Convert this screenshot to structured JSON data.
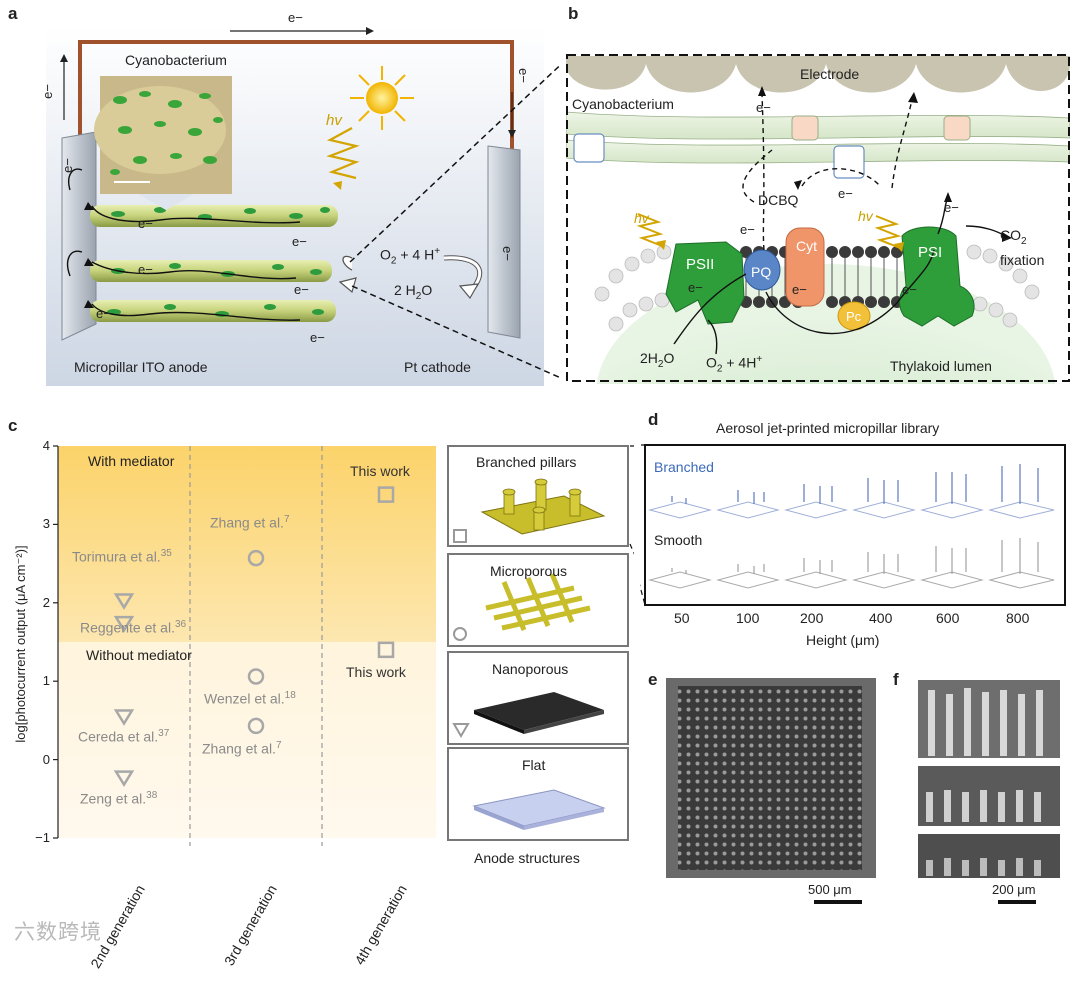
{
  "panel_letters": {
    "a": "a",
    "b": "b",
    "c": "c",
    "d": "d",
    "e": "e",
    "f": "f"
  },
  "panel_a": {
    "electron": "e−",
    "e_sub": "−",
    "cyanobacterium": "Cyanobacterium",
    "hv": "hv",
    "reaction_left": "O",
    "reaction_sub": "2",
    "reaction_right": " + 4 H",
    "reaction_sup": "+",
    "water_left": "2 H",
    "water_sub": "2",
    "water_right": "O",
    "anode_label": "Micropillar ITO anode",
    "cathode_label": "Pt  cathode"
  },
  "panel_b": {
    "electrode": "Electrode",
    "cyanobacterium": "Cyanobacterium",
    "dcbq": "DCBQ",
    "electron": "e−",
    "hv": "hv",
    "psii": "PSII",
    "psi": "PSI",
    "pq": "PQ",
    "cyt": "Cyt",
    "pc": "Pc",
    "co2_line1": "CO",
    "co2_sub": "2",
    "co2_line2": "fixation",
    "water": "2H",
    "water_sub": "2",
    "water_end": "O",
    "oxygen": "O",
    "oxygen_sub": "2",
    "oxygen_end": " + 4H",
    "oxygen_sup": "+",
    "lumen": "Thylakoid lumen"
  },
  "panel_c": {
    "y_axis_label": "log[photocurrent output (μA cm⁻²)]",
    "y_ticks": [
      "4",
      "3",
      "2",
      "1",
      "0",
      "−1"
    ],
    "with_mediator": "With mediator",
    "without_mediator": "Without mediator",
    "categories": [
      "2nd generation",
      "3rd generation",
      "4th generation"
    ],
    "points": [
      {
        "label": "This work",
        "label_sup": "",
        "value": 3.38,
        "category": "4th generation",
        "shape": "square"
      },
      {
        "label": "Zhang et al.",
        "label_sup": "7",
        "value": 2.57,
        "category": "3rd generation",
        "shape": "circle"
      },
      {
        "label": "Torimura et al.",
        "label_sup": "35",
        "value": 2.03,
        "category": "2nd generation",
        "shape": "triangle"
      },
      {
        "label": "Reggente et al.",
        "label_sup": "36",
        "value": 1.74,
        "category": "2nd generation",
        "shape": "triangle"
      },
      {
        "label": "This work",
        "label_sup": "",
        "value": 1.4,
        "category": "4th generation",
        "shape": "square"
      },
      {
        "label": "Wenzel et al.",
        "label_sup": "18",
        "value": 1.06,
        "category": "3rd generation",
        "shape": "circle"
      },
      {
        "label": "Cereda et al.",
        "label_sup": "37",
        "value": 0.55,
        "category": "2nd generation",
        "shape": "triangle"
      },
      {
        "label": "Zhang et al.",
        "label_sup": "7",
        "value": 0.43,
        "category": "3rd generation",
        "shape": "circle"
      },
      {
        "label": "Zeng et al.",
        "label_sup": "38",
        "value": -0.23,
        "category": "2nd generation",
        "shape": "triangle"
      }
    ],
    "anode_structures": [
      "Branched pillars",
      "Microporous",
      "Nanoporous",
      "Flat"
    ],
    "anode_structures_title": "Anode structures"
  },
  "chart_data": {
    "type": "scatter",
    "title": "",
    "xlabel": "",
    "ylabel": "log[photocurrent output (μA cm⁻²)]",
    "ylim": [
      -1,
      4
    ],
    "categories": [
      "2nd generation",
      "3rd generation",
      "4th generation"
    ],
    "series": [
      {
        "name": "Nanoporous",
        "marker": "triangle",
        "x": [
          "2nd generation",
          "2nd generation",
          "2nd generation",
          "2nd generation"
        ],
        "values": [
          2.03,
          1.74,
          0.55,
          -0.23
        ]
      },
      {
        "name": "Microporous",
        "marker": "circle",
        "x": [
          "3rd generation",
          "3rd generation",
          "3rd generation"
        ],
        "values": [
          2.57,
          1.06,
          0.43
        ]
      },
      {
        "name": "Branched pillars",
        "marker": "square",
        "x": [
          "4th generation",
          "4th generation"
        ],
        "values": [
          3.38,
          1.4
        ]
      }
    ],
    "regions": [
      {
        "label": "With mediator",
        "from": 1.5,
        "to": 4
      },
      {
        "label": "Without mediator",
        "from": -1,
        "to": 1.5
      }
    ],
    "grid": false,
    "colors": {
      "marker": "#a8a8a8",
      "with_mediator_bg": "#fcd36a",
      "without_mediator_bg": "#fff4dc"
    }
  },
  "panel_d": {
    "title": "Aerosol jet-printed micropillar library",
    "branched": "Branched",
    "smooth": "Smooth",
    "heights": [
      "50",
      "100",
      "200",
      "400",
      "600",
      "800"
    ],
    "xlabel": "Height (μm)"
  },
  "panel_e": {
    "scale": "500 μm"
  },
  "panel_f": {
    "scale": "200 μm"
  },
  "watermark": "六数跨境"
}
